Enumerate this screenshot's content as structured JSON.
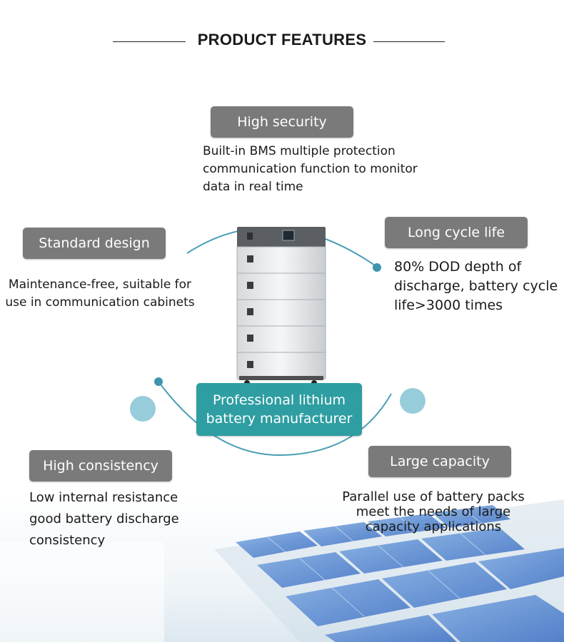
{
  "title": "PRODUCT FEATURES",
  "colors": {
    "pill_gray": "#7a7a7a",
    "pill_teal": "#2e9ea2",
    "arc_blue": "#4a9fb5",
    "dot_light_blue": "#8cc6d6"
  },
  "features": {
    "security": {
      "label": "High security",
      "desc": [
        "Built-in BMS multiple protection",
        "communication function to monitor",
        "data in real time"
      ]
    },
    "standard": {
      "label": "Standard design",
      "desc": [
        "Maintenance-free, suitable for",
        "use in communication cabinets"
      ]
    },
    "cycle": {
      "label": "Long cycle life",
      "desc": [
        "80% DOD depth of",
        "discharge, battery cycle",
        "life>3000 times"
      ]
    },
    "center": {
      "label": [
        "Professional lithium",
        "battery manufacturer"
      ]
    },
    "consistency": {
      "label": "High consistency",
      "desc": [
        "Low internal resistance",
        "good battery discharge",
        "consistency"
      ]
    },
    "capacity": {
      "label": "Large capacity",
      "desc": [
        "Parallel use of battery packs",
        "meet the needs of large",
        "capacity applications"
      ]
    }
  },
  "images": {
    "battery": "battery-stack-illustration",
    "background": "solar-panel-field-illustration"
  }
}
